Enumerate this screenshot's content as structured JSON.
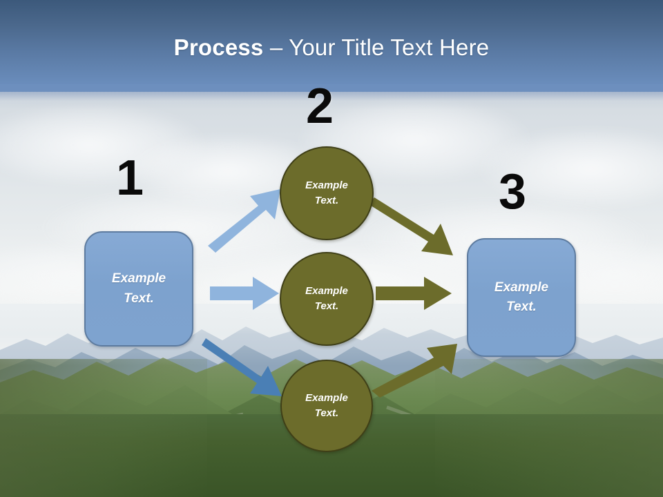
{
  "slide": {
    "title_bold": "Process",
    "title_rest": " – Your Title Text Here",
    "background_image_name": "great-wall-of-china-mountains-photo"
  },
  "theme": {
    "header_gradient_top": "#3c597b",
    "header_gradient_bottom": "#6a8dbc",
    "header_rule": "#6d8fbe",
    "title_color": "#ffffff",
    "box_fill": "#7da2ce",
    "box_border": "#5d7b9f",
    "circle_fill": "#6c6c2b",
    "circle_border": "#3f3f17",
    "arrow_blue_light": "#8fb4dd",
    "arrow_blue_dark": "#4a7fb5",
    "arrow_olive": "#6c6c2b",
    "number_color": "#0a0a0a",
    "shape_label_color": "#ffffff"
  },
  "steps": [
    {
      "id": "1",
      "number": "1"
    },
    {
      "id": "2",
      "number": "2"
    },
    {
      "id": "3",
      "number": "3"
    }
  ],
  "shapes": {
    "box_start": {
      "line1": "Example",
      "line2": "Text."
    },
    "circle_top": {
      "line1": "Example",
      "line2": "Text."
    },
    "circle_mid": {
      "line1": "Example",
      "line2": "Text."
    },
    "circle_bot": {
      "line1": "Example",
      "line2": "Text."
    },
    "box_end": {
      "line1": "Example",
      "line2": "Text."
    }
  },
  "connectors": [
    {
      "name": "start-to-circle-top",
      "direction": "up-right",
      "color": "#8fb4dd"
    },
    {
      "name": "start-to-circle-mid",
      "direction": "right",
      "color": "#8fb4dd"
    },
    {
      "name": "start-to-circle-bot",
      "direction": "down-right",
      "color": "#4a7fb5"
    },
    {
      "name": "circle-top-to-end",
      "direction": "down-right",
      "color": "#6c6c2b"
    },
    {
      "name": "circle-mid-to-end",
      "direction": "right",
      "color": "#6c6c2b"
    },
    {
      "name": "circle-bot-to-end",
      "direction": "up-right",
      "color": "#6c6c2b"
    }
  ]
}
